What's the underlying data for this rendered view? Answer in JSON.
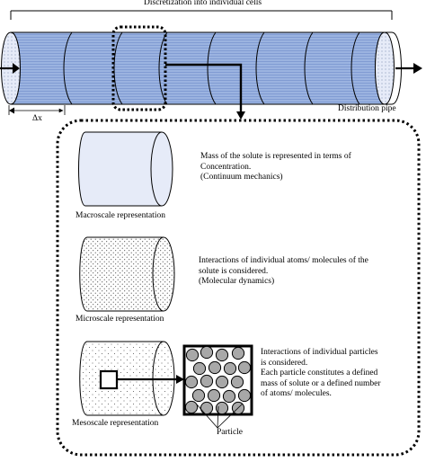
{
  "title": "Discretization into individual cells",
  "pipe_label": "Distribution pipe",
  "delta_label": "Δx",
  "macro": {
    "caption": "Macroscale representation",
    "lines": [
      "Mass of the solute is represented in terms of",
      "Concentration.",
      "(Continuum mechanics)"
    ]
  },
  "micro": {
    "caption": "Microscale representation",
    "lines": [
      "Interactions of individual atoms/ molecules of the",
      "solute is considered.",
      "(Molecular dynamics)"
    ]
  },
  "meso": {
    "caption": "Mesoscale representation",
    "lines": [
      "Interactions of individual particles",
      "is considered.",
      "Each particle constitutes a defined",
      "mass of solute or a defined number",
      "of atoms/ molecules."
    ]
  },
  "particle_label": "Particle",
  "colors": {
    "pipe_fill": "#9bb3e0",
    "macro_fill": "#e6ebf8",
    "particle_fill": "#a8a8a8",
    "stroke": "#000000"
  }
}
